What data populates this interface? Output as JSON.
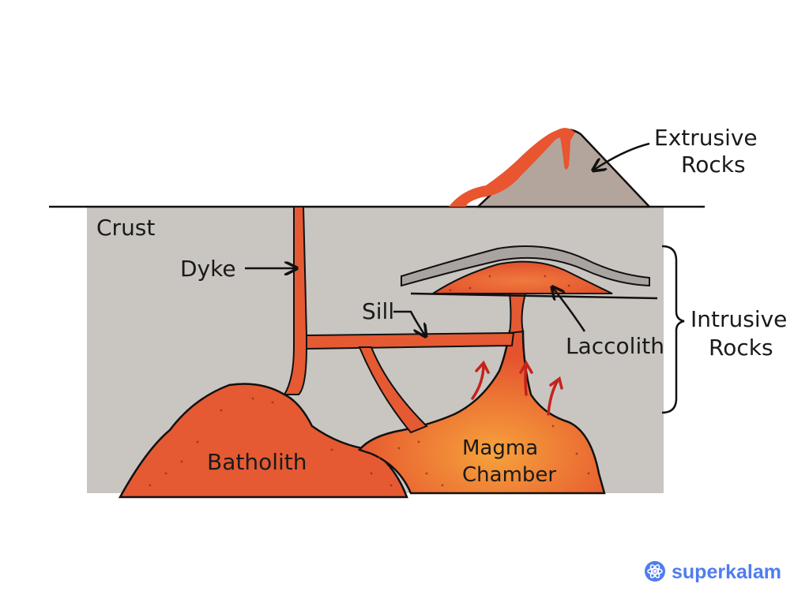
{
  "labels": {
    "extrusive_line1": "Extrusive",
    "extrusive_line2": "Rocks",
    "crust": "Crust",
    "dyke": "Dyke",
    "sill": "Sill",
    "intrusive_line1": "Intrusive",
    "intrusive_line2": "Rocks",
    "laccolith": "Laccolith",
    "batholith": "Batholith",
    "magma_line1": "Magma",
    "magma_line2": "Chamber"
  },
  "brand": {
    "name": "superkalam",
    "icon": "atom-icon"
  },
  "colors": {
    "crust": "#c9c5c0",
    "magma": "#e8552f",
    "magma_light": "#f39a3a",
    "volcano": "#b0a39a",
    "rock_layer": "#a9a49f",
    "arrow_red": "#c4231c",
    "brand": "#4f7cf0"
  }
}
